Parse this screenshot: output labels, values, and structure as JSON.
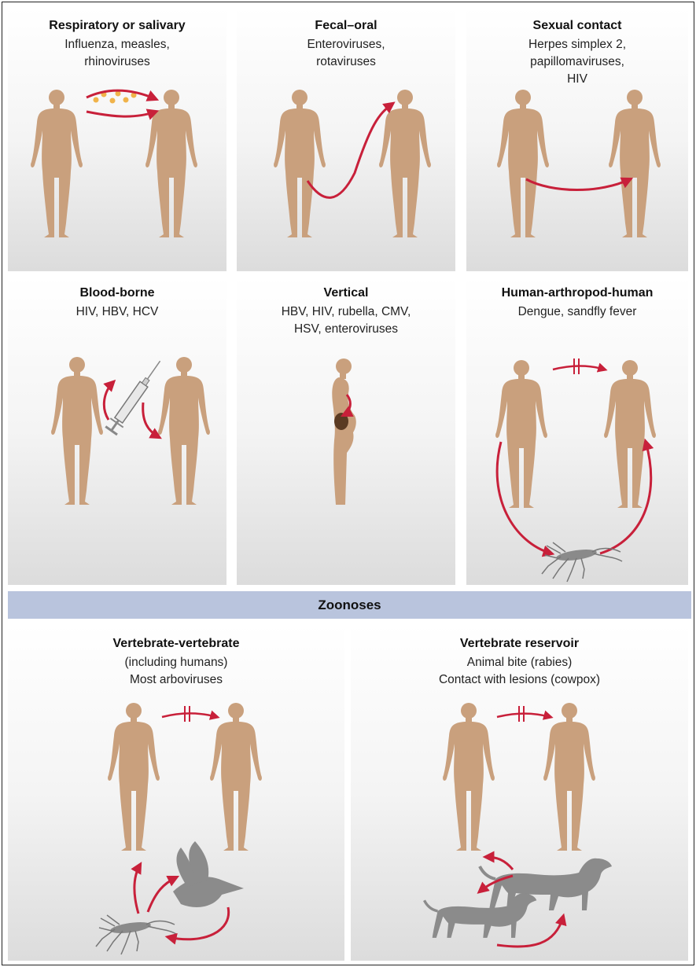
{
  "panels": [
    {
      "title": "Respiratory or salivary",
      "examples": [
        "Influenza, measles,",
        "rhinoviruses"
      ]
    },
    {
      "title": "Fecal–oral",
      "examples": [
        "Enteroviruses,",
        "rotaviruses"
      ]
    },
    {
      "title": "Sexual contact",
      "examples": [
        "Herpes simplex 2,",
        "papillomaviruses,",
        "HIV"
      ]
    },
    {
      "title": "Blood-borne",
      "examples": [
        "HIV, HBV, HCV"
      ]
    },
    {
      "title": "Vertical",
      "examples": [
        "HBV, HIV, rubella, CMV,",
        "HSV, enteroviruses"
      ]
    },
    {
      "title": "Human-arthropod-human",
      "examples": [
        "Dengue, sandfly fever"
      ]
    }
  ],
  "zoonoses": {
    "banner": "Zoonoses",
    "panels": [
      {
        "title": "Vertebrate-vertebrate",
        "examples": [
          "(including humans)",
          "Most arboviruses"
        ]
      },
      {
        "title": "Vertebrate reservoir",
        "examples": [
          "Animal bite (rabies)",
          "Contact with lesions (cowpox)"
        ]
      }
    ]
  },
  "colors": {
    "skin": "#c9a07d",
    "arrow": "#c8203a",
    "animal": "#8b8b8b",
    "banner": "#b9c4dd",
    "droplet": "#f0b34a"
  }
}
